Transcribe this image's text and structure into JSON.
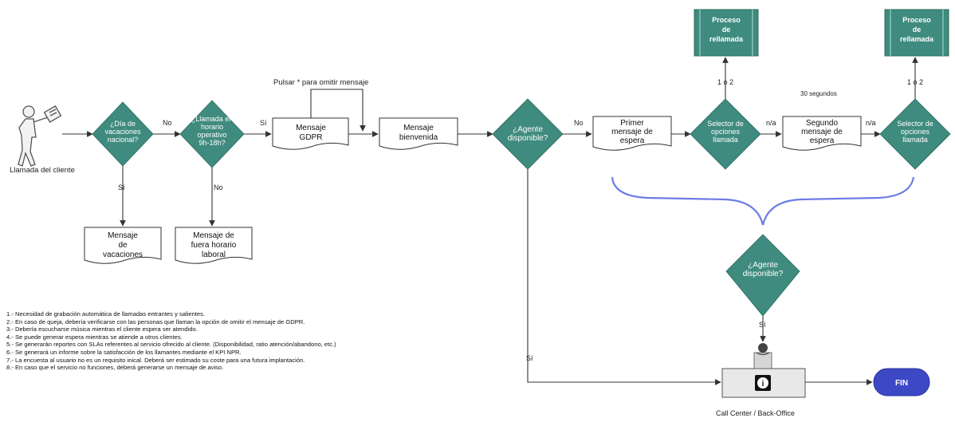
{
  "colors": {
    "diamond": "#3f8b7f",
    "process": "#3f8b7f",
    "fin": "#3d48c4",
    "brace": "#6c7de6",
    "line": "#333333"
  },
  "caller": {
    "label": "Llamada del cliente"
  },
  "decisions": {
    "vacaciones": [
      "¿Día de",
      "vacaciones",
      "nacional?"
    ],
    "horario": [
      "¿Llamada en",
      "horario",
      "operativo",
      "9h-18h?"
    ],
    "agente1": [
      "¿Agente",
      "disponible?"
    ],
    "selector1": [
      "Selector de",
      "opciones",
      "llamada"
    ],
    "selector2": [
      "Selector de",
      "opciones",
      "llamada"
    ],
    "agente2": [
      "¿Agente",
      "disponible?"
    ]
  },
  "documents": {
    "gdpr": [
      "Mensaje",
      "GDPR"
    ],
    "bienvenida": [
      "Mensaje",
      "bienvenida"
    ],
    "primer": [
      "Primer",
      "mensaje de",
      "espera"
    ],
    "segundo": [
      "Segundo",
      "mensaje de",
      "espera"
    ],
    "vacaciones": [
      "Mensaje",
      "de",
      "vacaciones"
    ],
    "fuera_horario": [
      "Mensaje de",
      "fuera horario",
      "laboral"
    ]
  },
  "processes": {
    "rellamada1": [
      "Proceso",
      "de",
      "rellamada"
    ],
    "rellamada2": [
      "Proceso",
      "de",
      "rellamada"
    ]
  },
  "edge_labels": {
    "no1": "No",
    "si1": "Sí",
    "si2": "Sí",
    "no2": "No",
    "no3": "No",
    "na1": "n/a",
    "na2": "n/a",
    "o1": "1 o 2",
    "o2": "1 o 2",
    "si3": "Sí",
    "si4": "Sí"
  },
  "annotations": {
    "pulsar": "Pulsar * para omitir mensaje",
    "segundos": "30 segundos"
  },
  "call_center": {
    "label": "Call Center / Back-Office"
  },
  "fin": {
    "label": "FIN"
  },
  "notes": [
    "1.-  Necesidad de grabación automática de llamadas entrantes y salientes.",
    "2.- En caso de queja, debería verificarse con las personas que llaman la opción de omitir el mensaje de GDPR.",
    "3.- Debería escucharse música mientras el cliente espera ser atendido.",
    "4.- Se puede generar espera mientras se atiende a otros clientes.",
    "5.- Se generarán reportes con SLAs referentes al servicio ofrecido al cliente. (Disponibilidad, ratio atención/abandono, etc.)",
    "6.- Se generará un informe sobre la satisfacción de los llamantes mediante el KPI NPR.",
    "7.- La encuesta al usuario no es un requisito inical. Deberá ser estimado su coste para una futura implantación.",
    "8.- En caso que el servicio no funciones, deberá generarse un mensaje de aviso."
  ]
}
